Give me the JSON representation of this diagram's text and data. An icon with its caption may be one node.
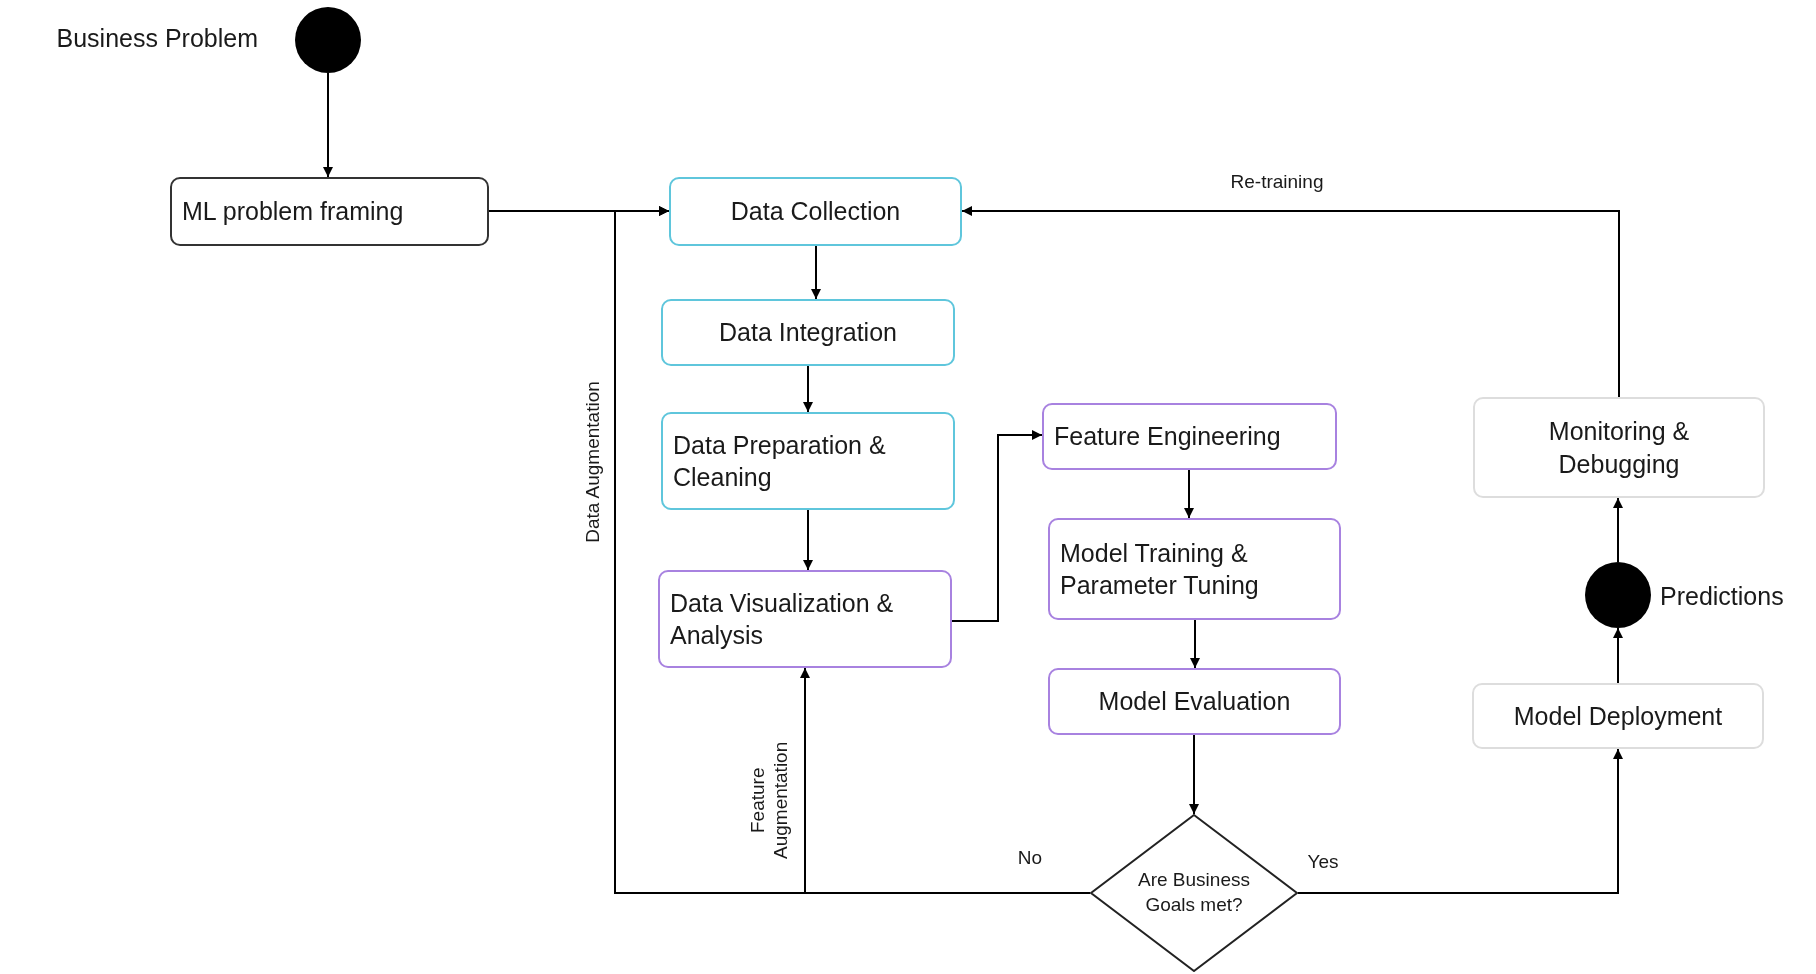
{
  "diagram": {
    "nodes": [
      {
        "text": [],
        "shape": "circle",
        "beside": [
          "Business Problem"
        ]
      },
      {
        "text": [
          "ML problem framing"
        ]
      },
      {
        "text": [
          "Data Collection"
        ]
      },
      {
        "text": [
          "Data Integration"
        ]
      },
      {
        "text": [
          "Data Preparation & Cleaning"
        ]
      },
      {
        "text": [
          "Data Visualization & Analysis"
        ]
      },
      {
        "text": [
          "Feature Engineering"
        ]
      },
      {
        "text": [
          "Model Training & Parameter Tuning"
        ]
      },
      {
        "text": [
          "Model Evaluation"
        ]
      },
      {
        "text": [
          "Are Business Goals met?"
        ]
      },
      {
        "text": [
          "Monitoring & Debugging"
        ]
      },
      {
        "text": [],
        "shape": "circle",
        "beside": [
          "Predictions"
        ]
      },
      {
        "text": [
          "Model Deployment"
        ]
      }
    ],
    "edges": [
      {
        "from": 0,
        "to": 1,
        "arrow": "to"
      },
      {
        "from": 1,
        "to": 2,
        "arrow": "to"
      },
      {
        "from": 2,
        "to": 3,
        "arrow": "to"
      },
      {
        "from": 3,
        "to": 4,
        "arrow": "to"
      },
      {
        "from": 4,
        "to": 5,
        "arrow": "to"
      },
      {
        "from": 5,
        "to": 6,
        "arrow": "to"
      },
      {
        "from": 6,
        "to": 7,
        "arrow": "to"
      },
      {
        "from": 7,
        "to": 8,
        "arrow": "to"
      },
      {
        "from": 8,
        "to": 9,
        "arrow": "to"
      },
      {
        "from": 9,
        "to": 2,
        "arrow": "to",
        "label": "Data Augmentation"
      },
      {
        "from": 9,
        "to": 5,
        "arrow": "to",
        "label": "Feature Augmentation"
      },
      {
        "from": 9,
        "to": 12,
        "arrow": "to",
        "label": "Yes"
      },
      {
        "from": 12,
        "to": 11,
        "arrow": "to"
      },
      {
        "from": 11,
        "to": 10,
        "arrow": "to"
      },
      {
        "from": 10,
        "to": 2,
        "arrow": "to",
        "label": "Re-training"
      }
    ],
    "labels": [
      "No"
    ]
  }
}
